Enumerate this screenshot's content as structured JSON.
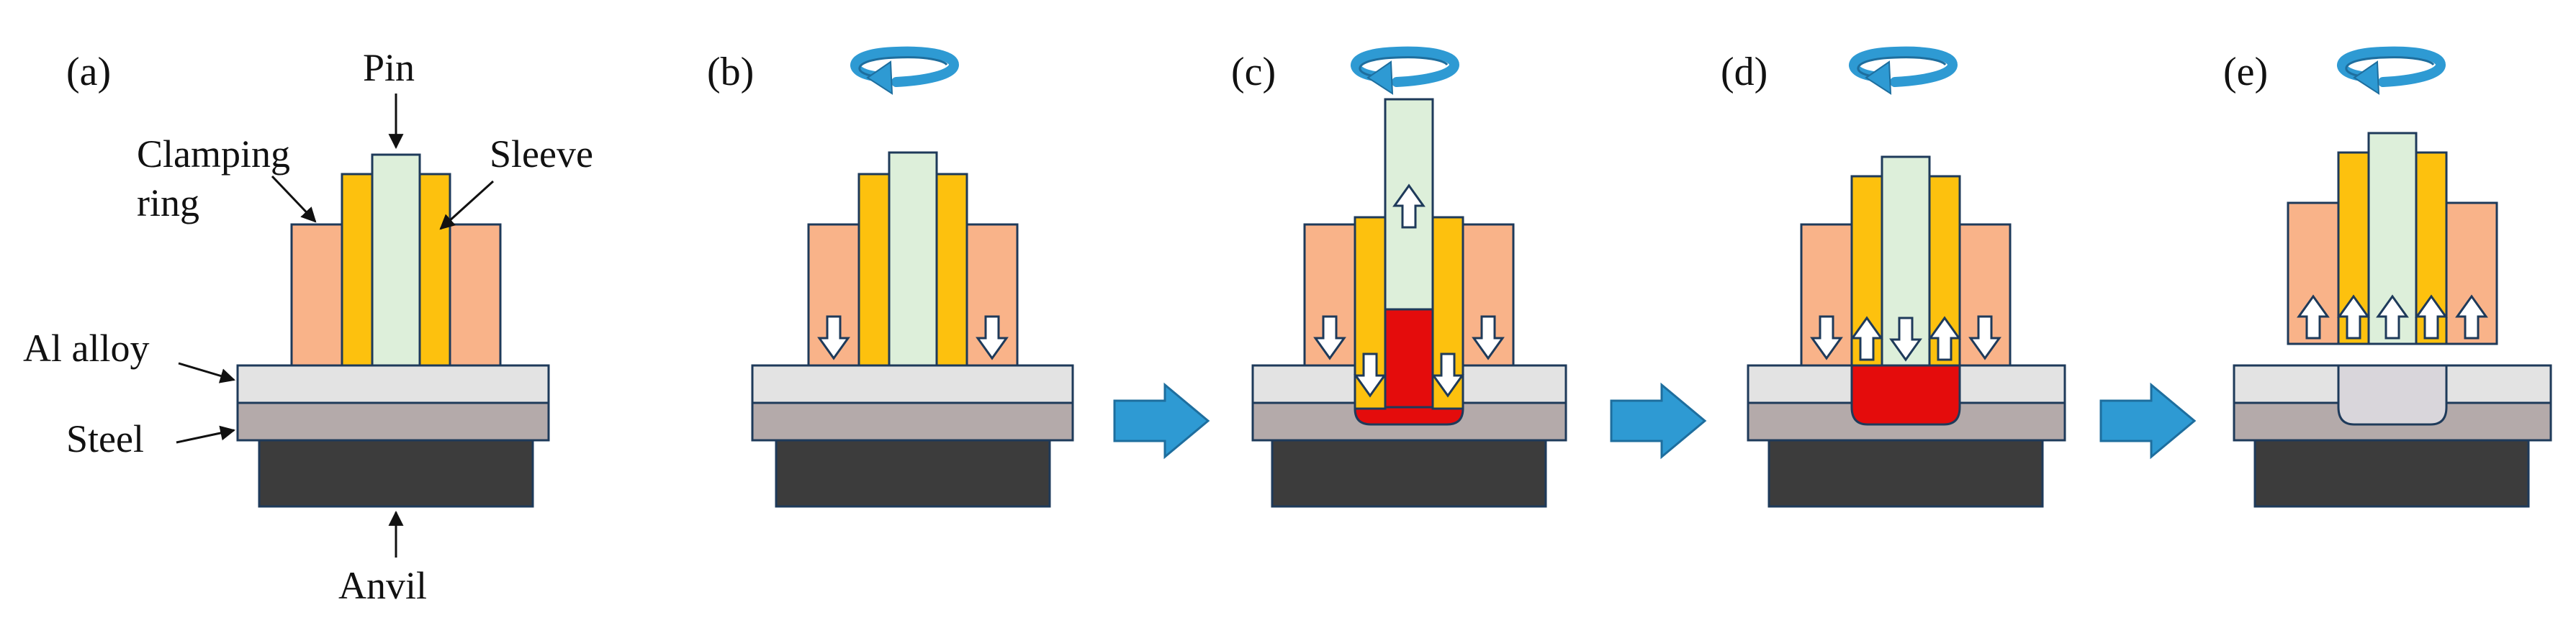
{
  "panels": [
    {
      "id": "a",
      "label": "(a)"
    },
    {
      "id": "b",
      "label": "(b)"
    },
    {
      "id": "c",
      "label": "(c)"
    },
    {
      "id": "d",
      "label": "(d)"
    },
    {
      "id": "e",
      "label": "(e)"
    }
  ],
  "labels": {
    "pin": "Pin",
    "clamping_ring_line1": "Clamping",
    "clamping_ring_line2": "ring",
    "sleeve": "Sleeve",
    "al_alloy": "Al alloy",
    "steel": "Steel",
    "anvil": "Anvil"
  },
  "colors": {
    "clamping_ring": "#F9B389",
    "sleeve": "#FDC10E",
    "pin": "#DDEFDA",
    "al_alloy": "#E3E3E3",
    "steel": "#B4AAAA",
    "anvil": "#3C3C3C",
    "stir_zone": "#E40C0C",
    "joint_after": "#D9D6DB",
    "process_arrow": "#2E9AD3",
    "outline": "#1E3A5A"
  },
  "icons": {
    "rotation": "rotation-arrow-icon",
    "process_step": "right-arrow-icon",
    "motion": "hollow-arrow-icon"
  }
}
